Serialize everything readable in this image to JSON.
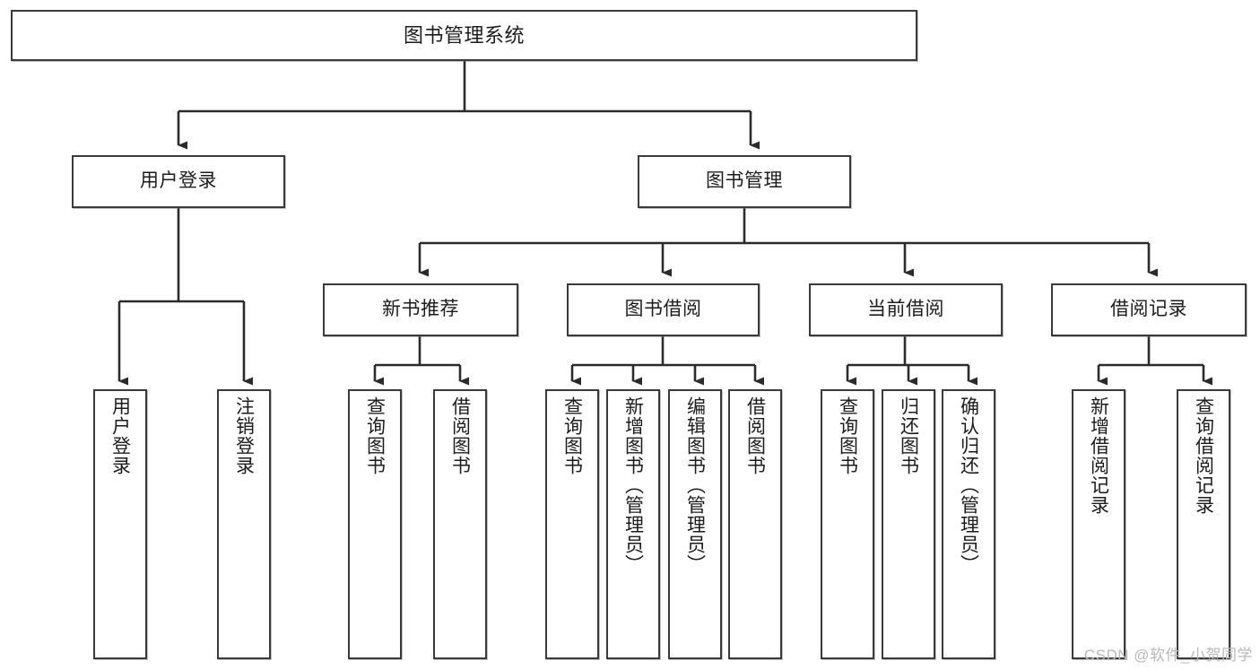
{
  "diagram": {
    "type": "tree-hierarchy",
    "title": "图书管理系统",
    "watermark": "CSDN @软件_小贺同学",
    "colors": {
      "box_border": "#3a3a3a",
      "box_fill": "#ffffff",
      "edge": "#2b2b2b",
      "text": "#1c1c1c",
      "watermark": "#b9b9b9",
      "background": "#ffffff"
    },
    "nodes": {
      "root": {
        "label": "图书管理系统",
        "orientation": "horizontal"
      },
      "level2": [
        {
          "id": "user-login",
          "label": "用户登录",
          "orientation": "horizontal"
        },
        {
          "id": "book-management",
          "label": "图书管理",
          "orientation": "horizontal"
        }
      ],
      "level3": [
        {
          "id": "new-book-recommend",
          "label": "新书推荐",
          "orientation": "horizontal"
        },
        {
          "id": "book-borrow",
          "label": "图书借阅",
          "orientation": "horizontal"
        },
        {
          "id": "current-borrow",
          "label": "当前借阅",
          "orientation": "horizontal"
        },
        {
          "id": "borrow-record",
          "label": "借阅记录",
          "orientation": "horizontal"
        }
      ],
      "leaves": {
        "user-login": [
          {
            "id": "leaf-user-login",
            "label": "用户登录",
            "orientation": "vertical"
          },
          {
            "id": "leaf-logout-login",
            "label": "注销登录",
            "orientation": "vertical"
          }
        ],
        "new-book-recommend": [
          {
            "id": "leaf-query-book-1",
            "label": "查询图书",
            "orientation": "vertical"
          },
          {
            "id": "leaf-borrow-book-1",
            "label": "借阅图书",
            "orientation": "vertical"
          }
        ],
        "book-borrow": [
          {
            "id": "leaf-query-book-2",
            "label": "查询图书",
            "orientation": "vertical"
          },
          {
            "id": "leaf-add-book",
            "label": "新增图书（管理员）",
            "orientation": "vertical"
          },
          {
            "id": "leaf-edit-book",
            "label": "编辑图书（管理员）",
            "orientation": "vertical"
          },
          {
            "id": "leaf-borrow-book-2",
            "label": "借阅图书",
            "orientation": "vertical"
          }
        ],
        "current-borrow": [
          {
            "id": "leaf-query-book-3",
            "label": "查询图书",
            "orientation": "vertical"
          },
          {
            "id": "leaf-return-book",
            "label": "归还图书",
            "orientation": "vertical"
          },
          {
            "id": "leaf-confirm-return",
            "label": "确认归还（管理员）",
            "orientation": "vertical"
          }
        ],
        "borrow-record": [
          {
            "id": "leaf-add-record",
            "label": "新增借阅记录",
            "orientation": "vertical"
          },
          {
            "id": "leaf-query-record",
            "label": "查询借阅记录",
            "orientation": "vertical"
          }
        ]
      }
    }
  }
}
